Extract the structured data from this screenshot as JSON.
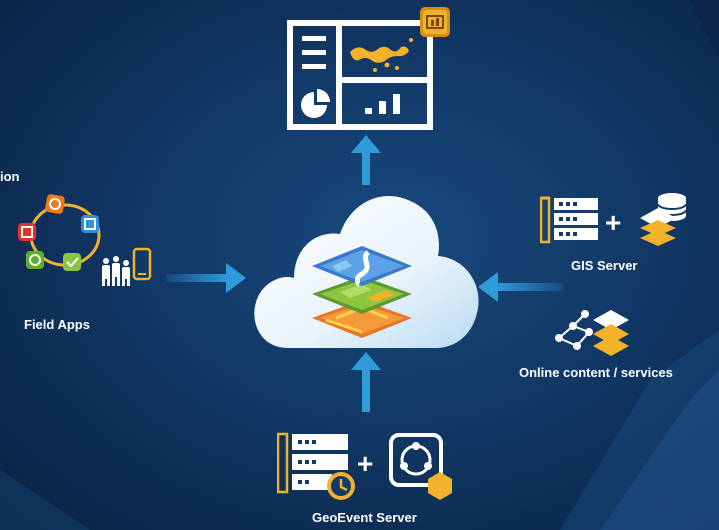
{
  "labels": {
    "field_group_partial": "ion",
    "field_apps": "Field Apps",
    "gis_server": "GIS Server",
    "online_content": "Online content / services",
    "geoevent_server": "GeoEvent Server"
  },
  "symbols": {
    "plus": "+"
  },
  "colors": {
    "background": "#123a69",
    "arrow": "#2f9bd9",
    "cloud": "#eef6fc",
    "accent_yellow": "#f2b32a",
    "icon_white": "#ffffff"
  },
  "icons": [
    "dashboard-icon",
    "dashboard-badge-icon",
    "cloud-icon",
    "map-layers-icon",
    "field-apps-ring-icon",
    "people-phone-icon",
    "server-icon",
    "database-layers-icon",
    "network-layers-icon",
    "server-clock-icon",
    "geoevent-hex-icon"
  ]
}
